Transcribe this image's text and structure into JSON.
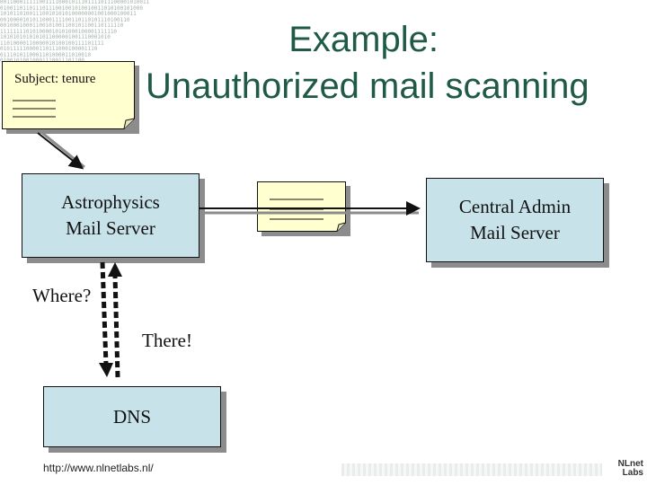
{
  "title": {
    "line1": "Example:",
    "line2": "Unauthorized mail scanning"
  },
  "note": {
    "subject": "Subject: tenure"
  },
  "nodes": {
    "astro": {
      "line1": "Astrophysics",
      "line2": "Mail Server"
    },
    "central": {
      "line1": "Central Admin",
      "line2": "Mail Server"
    },
    "dns": {
      "label": "DNS"
    }
  },
  "labels": {
    "where": "Where?",
    "there": "There!"
  },
  "footer": {
    "url": "http://www.nlnetlabs.nl/",
    "logo_line1": "NLnet",
    "logo_line2": "Labs"
  },
  "colors": {
    "title": "#1f5a46",
    "box_fill": "#c8e2ea",
    "note_fill": "#ffffd0",
    "shadow": "#8c8c8c"
  }
}
